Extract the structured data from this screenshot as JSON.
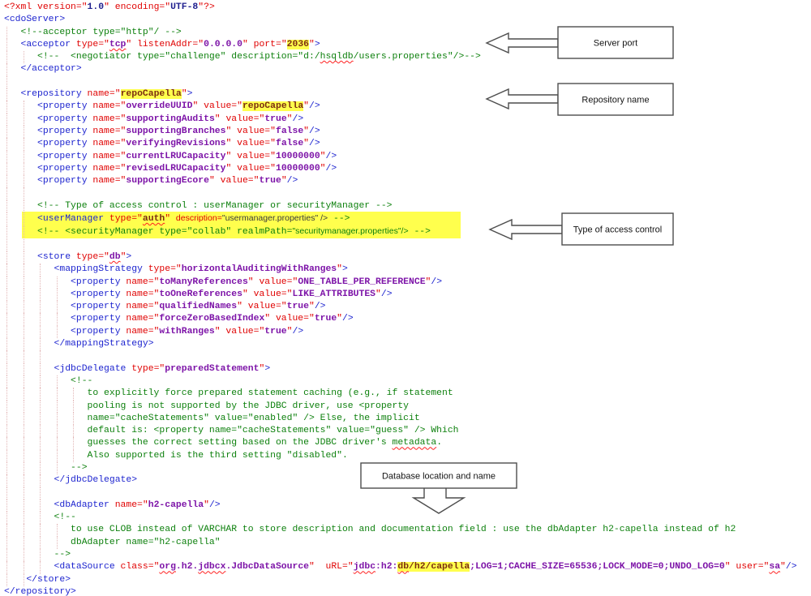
{
  "editor": {
    "language": "xml",
    "file_kind": "cdo-server-configuration",
    "highlight_color": "#ffff4d",
    "access_highlight_block": {
      "first_line": 18,
      "last_line": 19
    },
    "lines": [
      [
        [
          "r",
          "<?xml version=\""
        ],
        [
          "n",
          "1.0"
        ],
        [
          "r",
          "\" encoding=\""
        ],
        [
          "n",
          "UTF-8"
        ],
        [
          "r",
          "\"?>"
        ]
      ],
      [
        [
          "b",
          "<cdoServer>"
        ]
      ],
      [
        [
          "g",
          "   <!--acceptor type=\"http\"/ -->"
        ]
      ],
      [
        [
          "b",
          "   <acceptor"
        ],
        [
          "r",
          " type=\""
        ],
        [
          "v sq",
          "tcp"
        ],
        [
          "r",
          "\" listenAddr=\""
        ],
        [
          "v",
          "0.0.0.0"
        ],
        [
          "r",
          "\" port=\""
        ],
        [
          "vh hl",
          "2036"
        ],
        [
          "r",
          "\""
        ],
        [
          "b",
          ">"
        ]
      ],
      [
        [
          "g",
          "      <!--  <negotiator type=\"challenge\" description=\"d:/"
        ],
        [
          "g sq",
          "hsqldb"
        ],
        [
          "g",
          "/users.properties\"/>-->"
        ]
      ],
      [
        [
          "b",
          "   </acceptor>"
        ]
      ],
      [],
      [
        [
          "b",
          "   <repository"
        ],
        [
          "r",
          " name=\""
        ],
        [
          "vh hl",
          "repoCapella"
        ],
        [
          "r",
          "\""
        ],
        [
          "b",
          ">"
        ]
      ],
      [
        [
          "b",
          "      <property"
        ],
        [
          "r",
          " name=\""
        ],
        [
          "v",
          "overrideUUID"
        ],
        [
          "r",
          "\" value=\""
        ],
        [
          "vh hl",
          "repoCapella"
        ],
        [
          "r",
          "\""
        ],
        [
          "b",
          "/>"
        ]
      ],
      [
        [
          "b",
          "      <property"
        ],
        [
          "r",
          " name=\""
        ],
        [
          "v",
          "supportingAudits"
        ],
        [
          "r",
          "\" value=\""
        ],
        [
          "v",
          "true"
        ],
        [
          "r",
          "\""
        ],
        [
          "b",
          "/>"
        ]
      ],
      [
        [
          "b",
          "      <property"
        ],
        [
          "r",
          " name=\""
        ],
        [
          "v",
          "supportingBranches"
        ],
        [
          "r",
          "\" value=\""
        ],
        [
          "v",
          "false"
        ],
        [
          "r",
          "\""
        ],
        [
          "b",
          "/>"
        ]
      ],
      [
        [
          "b",
          "      <property"
        ],
        [
          "r",
          " name=\""
        ],
        [
          "v",
          "verifyingRevisions"
        ],
        [
          "r",
          "\" value=\""
        ],
        [
          "v",
          "false"
        ],
        [
          "r",
          "\""
        ],
        [
          "b",
          "/>"
        ]
      ],
      [
        [
          "b",
          "      <property"
        ],
        [
          "r",
          " name=\""
        ],
        [
          "v",
          "currentLRUCapacity"
        ],
        [
          "r",
          "\" value=\""
        ],
        [
          "v",
          "10000000"
        ],
        [
          "r",
          "\""
        ],
        [
          "b",
          "/>"
        ]
      ],
      [
        [
          "b",
          "      <property"
        ],
        [
          "r",
          " name=\""
        ],
        [
          "v",
          "revisedLRUCapacity"
        ],
        [
          "r",
          "\" value=\""
        ],
        [
          "v",
          "10000000"
        ],
        [
          "r",
          "\""
        ],
        [
          "b",
          "/>"
        ]
      ],
      [
        [
          "b",
          "      <property"
        ],
        [
          "r",
          " name=\""
        ],
        [
          "v",
          "supportingEcore"
        ],
        [
          "r",
          "\" value=\""
        ],
        [
          "v",
          "true"
        ],
        [
          "r",
          "\""
        ],
        [
          "b",
          "/>"
        ]
      ],
      [],
      [
        [
          "g",
          "      <!-- Type of access control : userManager or securityManager -->"
        ]
      ],
      [
        [
          "b",
          "      <userManager"
        ],
        [
          "r",
          " type=\""
        ],
        [
          "vh sq",
          "auth"
        ],
        [
          "r",
          "\" "
        ],
        [
          "r pf",
          "description="
        ],
        [
          "p pf",
          "\"usermanager.properties\" />"
        ],
        [
          "g",
          " -->"
        ]
      ],
      [
        [
          "g",
          "      <!-- <securityManager type=\"collab\" realmPath="
        ],
        [
          "g pf",
          "\"securitymanager.properties\"/>"
        ],
        [
          "g",
          " -->"
        ]
      ],
      [],
      [
        [
          "b",
          "      <store"
        ],
        [
          "r",
          " type=\""
        ],
        [
          "v sq",
          "db"
        ],
        [
          "r",
          "\""
        ],
        [
          "b",
          ">"
        ]
      ],
      [
        [
          "b",
          "         <mappingStrategy"
        ],
        [
          "r",
          " type=\""
        ],
        [
          "v",
          "horizontalAuditingWithRanges"
        ],
        [
          "r",
          "\""
        ],
        [
          "b",
          ">"
        ]
      ],
      [
        [
          "b",
          "            <property"
        ],
        [
          "r",
          " name=\""
        ],
        [
          "v",
          "toManyReferences"
        ],
        [
          "r",
          "\" value=\""
        ],
        [
          "v",
          "ONE_TABLE_PER_REFERENCE"
        ],
        [
          "r",
          "\""
        ],
        [
          "b",
          "/>"
        ]
      ],
      [
        [
          "b",
          "            <property"
        ],
        [
          "r",
          " name=\""
        ],
        [
          "v",
          "toOneReferences"
        ],
        [
          "r",
          "\" value=\""
        ],
        [
          "v",
          "LIKE_ATTRIBUTES"
        ],
        [
          "r",
          "\""
        ],
        [
          "b",
          "/>"
        ]
      ],
      [
        [
          "b",
          "            <property"
        ],
        [
          "r",
          " name=\""
        ],
        [
          "v",
          "qualifiedNames"
        ],
        [
          "r",
          "\" value=\""
        ],
        [
          "v",
          "true"
        ],
        [
          "r",
          "\""
        ],
        [
          "b",
          "/>"
        ]
      ],
      [
        [
          "b",
          "            <property"
        ],
        [
          "r",
          " name=\""
        ],
        [
          "v",
          "forceZeroBasedIndex"
        ],
        [
          "r",
          "\" value=\""
        ],
        [
          "v",
          "true"
        ],
        [
          "r",
          "\""
        ],
        [
          "b",
          "/>"
        ]
      ],
      [
        [
          "b",
          "            <property"
        ],
        [
          "r",
          " name=\""
        ],
        [
          "v",
          "withRanges"
        ],
        [
          "r",
          "\" value=\""
        ],
        [
          "v",
          "true"
        ],
        [
          "r",
          "\""
        ],
        [
          "b",
          "/>"
        ]
      ],
      [
        [
          "b",
          "         </mappingStrategy>"
        ]
      ],
      [],
      [
        [
          "b",
          "         <jdbcDelegate"
        ],
        [
          "r",
          " type=\""
        ],
        [
          "v",
          "preparedStatement"
        ],
        [
          "r",
          "\""
        ],
        [
          "b",
          ">"
        ]
      ],
      [
        [
          "g",
          "            <!--"
        ]
      ],
      [
        [
          "g",
          "               to explicitly force prepared statement caching (e.g., if statement"
        ]
      ],
      [
        [
          "g",
          "               pooling is not supported by the JDBC driver, use <property"
        ]
      ],
      [
        [
          "g",
          "               name=\"cacheStatements\" value=\"enabled\" /> Else, the implicit"
        ]
      ],
      [
        [
          "g",
          "               default is: <property name=\"cacheStatements\" value=\"guess\" /> Which"
        ]
      ],
      [
        [
          "g",
          "               guesses the correct setting based on the JDBC driver's "
        ],
        [
          "g sq",
          "metadata"
        ],
        [
          "g",
          "."
        ]
      ],
      [
        [
          "g",
          "               Also supported is the third setting \"disabled\"."
        ]
      ],
      [
        [
          "g",
          "            -->"
        ]
      ],
      [
        [
          "b",
          "         </jdbcDelegate>"
        ]
      ],
      [],
      [
        [
          "b",
          "         <dbAdapter"
        ],
        [
          "r",
          " name=\""
        ],
        [
          "v",
          "h2-capella"
        ],
        [
          "r",
          "\""
        ],
        [
          "b",
          "/>"
        ]
      ],
      [
        [
          "g",
          "         <!--"
        ]
      ],
      [
        [
          "g",
          "            to use CLOB instead of VARCHAR to store description and documentation field : use the dbAdapter h2-capella instead of h2"
        ]
      ],
      [
        [
          "g",
          "            dbAdapter name=\"h2-capella\""
        ]
      ],
      [
        [
          "g",
          "         -->"
        ]
      ],
      [
        [
          "b",
          "         <dataSource"
        ],
        [
          "r",
          " class=\""
        ],
        [
          "v sq",
          "org"
        ],
        [
          "v",
          ".h2."
        ],
        [
          "v sq",
          "jdbcx"
        ],
        [
          "v",
          ".JdbcDataSource"
        ],
        [
          "r",
          "\"  uRL=\""
        ],
        [
          "v sq",
          "jdbc"
        ],
        [
          "v",
          ":h2:"
        ],
        [
          "vh hl sq",
          "db"
        ],
        [
          "vh hl",
          "/h2/capella"
        ],
        [
          "v",
          ";LOG=1;CACHE_SIZE=65536;LOCK_MODE=0;UNDO_LOG=0"
        ],
        [
          "r",
          "\" user=\""
        ],
        [
          "v sq",
          "sa"
        ],
        [
          "r",
          "\""
        ],
        [
          "b",
          "/>"
        ]
      ],
      [
        [
          "b",
          "    </store>"
        ]
      ],
      [
        [
          "b",
          "</repository>"
        ]
      ]
    ]
  },
  "annotations": [
    {
      "id": "server-port",
      "label": "Server port",
      "arrow_direction": "left"
    },
    {
      "id": "repository-name",
      "label": "Repository name",
      "arrow_direction": "left"
    },
    {
      "id": "access-control",
      "label": "Type of access control",
      "arrow_direction": "left"
    },
    {
      "id": "database-location",
      "label": "Database location and name",
      "arrow_direction": "down"
    }
  ],
  "colors": {
    "tag": "#1d24cf",
    "attribute": "#e00202",
    "value": "#7d14a8",
    "comment": "#0d800d",
    "occurrence_highlight": "#ffff4d",
    "squiggle": "#ff2020",
    "callout_border": "#4d4d4d"
  }
}
